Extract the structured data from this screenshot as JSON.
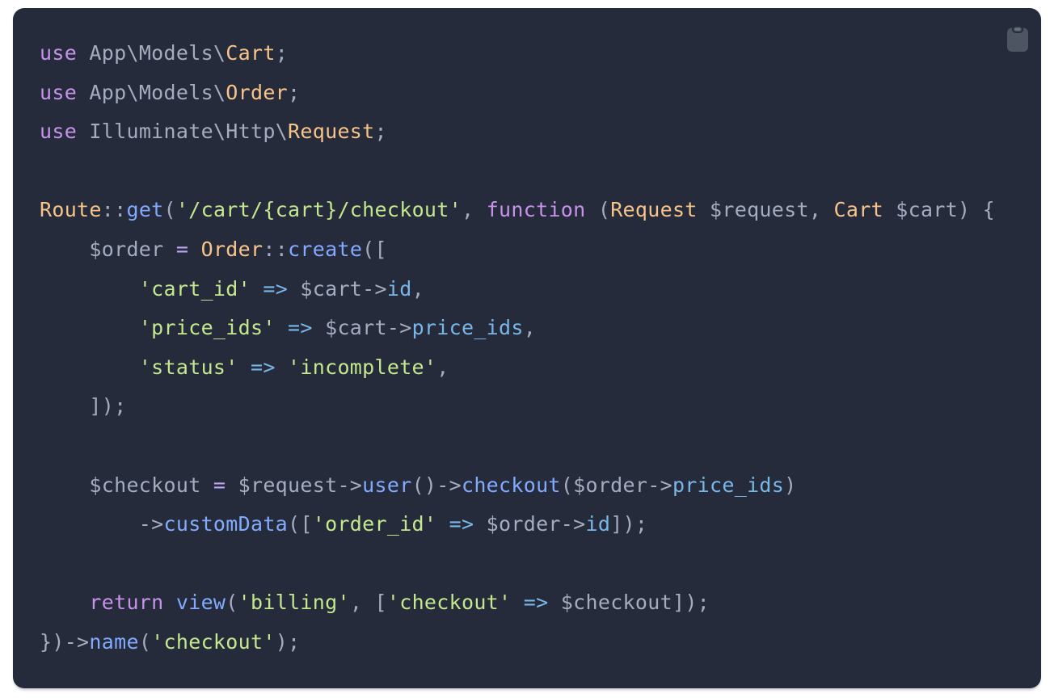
{
  "palette": {
    "page_bg": "#ffffff",
    "bg": "#262b3b",
    "plain": "#a4acbf",
    "kw": "#c792ea",
    "cls": "#f7c48a",
    "fn": "#82aaff",
    "str": "#c3e88d",
    "prop": "#78b7e8",
    "op": "#c0a5f3",
    "icon": "#4d5462",
    "icon_highlight": "#6b7280"
  },
  "code_block": {
    "language": "php",
    "copy_icon": "clipboard-icon",
    "lines": [
      {
        "tokens": [
          {
            "t": "use",
            "c": "kw"
          },
          {
            "t": " App\\Models\\",
            "c": "pl"
          },
          {
            "t": "Cart",
            "c": "cls"
          },
          {
            "t": ";",
            "c": "pl"
          }
        ]
      },
      {
        "tokens": [
          {
            "t": "use",
            "c": "kw"
          },
          {
            "t": " App\\Models\\",
            "c": "pl"
          },
          {
            "t": "Order",
            "c": "cls"
          },
          {
            "t": ";",
            "c": "pl"
          }
        ]
      },
      {
        "tokens": [
          {
            "t": "use",
            "c": "kw"
          },
          {
            "t": " Illuminate\\Http\\",
            "c": "pl"
          },
          {
            "t": "Request",
            "c": "cls"
          },
          {
            "t": ";",
            "c": "pl"
          }
        ]
      },
      {
        "tokens": []
      },
      {
        "tokens": [
          {
            "t": "Route",
            "c": "cls"
          },
          {
            "t": "::",
            "c": "pl"
          },
          {
            "t": "get",
            "c": "fn"
          },
          {
            "t": "(",
            "c": "pl"
          },
          {
            "t": "'/cart/{cart}/checkout'",
            "c": "str"
          },
          {
            "t": ", ",
            "c": "pl"
          },
          {
            "t": "function",
            "c": "kw"
          },
          {
            "t": " (",
            "c": "pl"
          },
          {
            "t": "Request",
            "c": "cls"
          },
          {
            "t": " $request, ",
            "c": "pl"
          },
          {
            "t": "Cart",
            "c": "cls"
          },
          {
            "t": " $cart) {",
            "c": "pl"
          }
        ]
      },
      {
        "tokens": [
          {
            "t": "    $order ",
            "c": "pl"
          },
          {
            "t": "=",
            "c": "op"
          },
          {
            "t": " ",
            "c": "pl"
          },
          {
            "t": "Order",
            "c": "cls"
          },
          {
            "t": "::",
            "c": "pl"
          },
          {
            "t": "create",
            "c": "fn"
          },
          {
            "t": "([",
            "c": "pl"
          }
        ]
      },
      {
        "tokens": [
          {
            "t": "        ",
            "c": "pl"
          },
          {
            "t": "'cart_id'",
            "c": "str"
          },
          {
            "t": " ",
            "c": "pl"
          },
          {
            "t": "=>",
            "c": "prop"
          },
          {
            "t": " $cart->",
            "c": "pl"
          },
          {
            "t": "id",
            "c": "prop"
          },
          {
            "t": ",",
            "c": "pl"
          }
        ]
      },
      {
        "tokens": [
          {
            "t": "        ",
            "c": "pl"
          },
          {
            "t": "'price_ids'",
            "c": "str"
          },
          {
            "t": " ",
            "c": "pl"
          },
          {
            "t": "=>",
            "c": "prop"
          },
          {
            "t": " $cart->",
            "c": "pl"
          },
          {
            "t": "price_ids",
            "c": "prop"
          },
          {
            "t": ",",
            "c": "pl"
          }
        ]
      },
      {
        "tokens": [
          {
            "t": "        ",
            "c": "pl"
          },
          {
            "t": "'status'",
            "c": "str"
          },
          {
            "t": " ",
            "c": "pl"
          },
          {
            "t": "=>",
            "c": "prop"
          },
          {
            "t": " ",
            "c": "pl"
          },
          {
            "t": "'incomplete'",
            "c": "str"
          },
          {
            "t": ",",
            "c": "pl"
          }
        ]
      },
      {
        "tokens": [
          {
            "t": "    ]);",
            "c": "pl"
          }
        ]
      },
      {
        "tokens": []
      },
      {
        "tokens": [
          {
            "t": "    $checkout ",
            "c": "pl"
          },
          {
            "t": "=",
            "c": "op"
          },
          {
            "t": " $request->",
            "c": "pl"
          },
          {
            "t": "user",
            "c": "fn"
          },
          {
            "t": "()->",
            "c": "pl"
          },
          {
            "t": "checkout",
            "c": "fn"
          },
          {
            "t": "($order->",
            "c": "pl"
          },
          {
            "t": "price_ids",
            "c": "prop"
          },
          {
            "t": ")",
            "c": "pl"
          }
        ]
      },
      {
        "tokens": [
          {
            "t": "        ->",
            "c": "pl"
          },
          {
            "t": "customData",
            "c": "fn"
          },
          {
            "t": "([",
            "c": "pl"
          },
          {
            "t": "'order_id'",
            "c": "str"
          },
          {
            "t": " ",
            "c": "pl"
          },
          {
            "t": "=>",
            "c": "prop"
          },
          {
            "t": " $order->",
            "c": "pl"
          },
          {
            "t": "id",
            "c": "prop"
          },
          {
            "t": "]);",
            "c": "pl"
          }
        ]
      },
      {
        "tokens": []
      },
      {
        "tokens": [
          {
            "t": "    ",
            "c": "pl"
          },
          {
            "t": "return",
            "c": "kw"
          },
          {
            "t": " ",
            "c": "pl"
          },
          {
            "t": "view",
            "c": "fn"
          },
          {
            "t": "(",
            "c": "pl"
          },
          {
            "t": "'billing'",
            "c": "str"
          },
          {
            "t": ", [",
            "c": "pl"
          },
          {
            "t": "'checkout'",
            "c": "str"
          },
          {
            "t": " ",
            "c": "pl"
          },
          {
            "t": "=>",
            "c": "prop"
          },
          {
            "t": " $checkout]);",
            "c": "pl"
          }
        ]
      },
      {
        "tokens": [
          {
            "t": "})->",
            "c": "pl"
          },
          {
            "t": "name",
            "c": "fn"
          },
          {
            "t": "(",
            "c": "pl"
          },
          {
            "t": "'checkout'",
            "c": "str"
          },
          {
            "t": ");",
            "c": "pl"
          }
        ]
      }
    ]
  }
}
